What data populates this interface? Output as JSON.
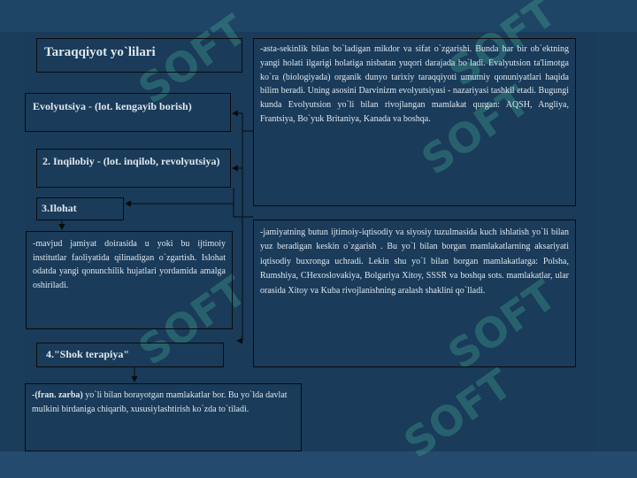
{
  "slide": {
    "title": "Taraqqiyot  yo`lilari",
    "evolution_label": "Evolyutsiya  - (lot. kengayib borish)",
    "revolution_label": "2. Inqilobiy  - (lot. inqilob, revolyutsiya)",
    "reform_label": "3.Ilohat",
    "reform_description": "-mavjud  jamiyat doirasida u yoki  bu ijtimoiy institutlar faoliyatida qilinadigan o`zgartish. Islohat odatda yangi qonunchilik hujatlari yordamida amalga oshiriladi.",
    "shock_label": "4.\"Shok    terapiya\"",
    "shock_term": "-(fran. zarba)",
    "shock_description": " yo`li   bilan borayotgan mamlakatlar bor. Bu  yo`lda  davlat mulkini birdaniga chiqarib, xususiylashtirish  ko`zda  to`tiladi.",
    "evolution_description": "-asta-sekinlik bilan bo`ladigan mikdor va sifat o`zgarishi. Bunda har bir ob`ektning yangi holati ilgarigi holatiga nisbatan yuqori darajada bo`ladi. Evalyutsion ta'limotga ko`ra (biologiyada) organik dunyo tarixiy taraqqiyoti umumiy qonuniyatlari haqida bilim beradi. Uning asosini Darvinizm evolyutsiyasi - nazariyasi tashkil etadi. Bugungi kunda Evolyutsion yo`li bilan rivojlangan mamlakat qurgan: AQSH, Angliya, Frantsiya, Bo`yuk Britaniya, Kanada va boshqa.",
    "revolution_description": "-jamiyatning butun ijtimoiy-iqtisodiy va siyosiy tuzulmasida kuch ishlatish yo`li bilan yuz beradigan keskin o`zgarish . Bu yo`l bilan borgan mamlakatlarning aksariyati iqtisodiy buxronga uchradi. Lekin shu yo`l bilan borgan mamlakatlarga: Polsha, Rumshiya, CHexoslovakiya, Bolgariya Xitoy, SSSR va boshqa sots. mamlakatlar, ular orasida Xitoy va Kuba rivojlanishning aralash shaklini qo`lladi."
  },
  "watermark": "SOFT",
  "colors": {
    "background": "#1b3d5c",
    "text": "#dfe7ef",
    "box_border": "#0b0b0b",
    "watermark": "#46aa96"
  }
}
